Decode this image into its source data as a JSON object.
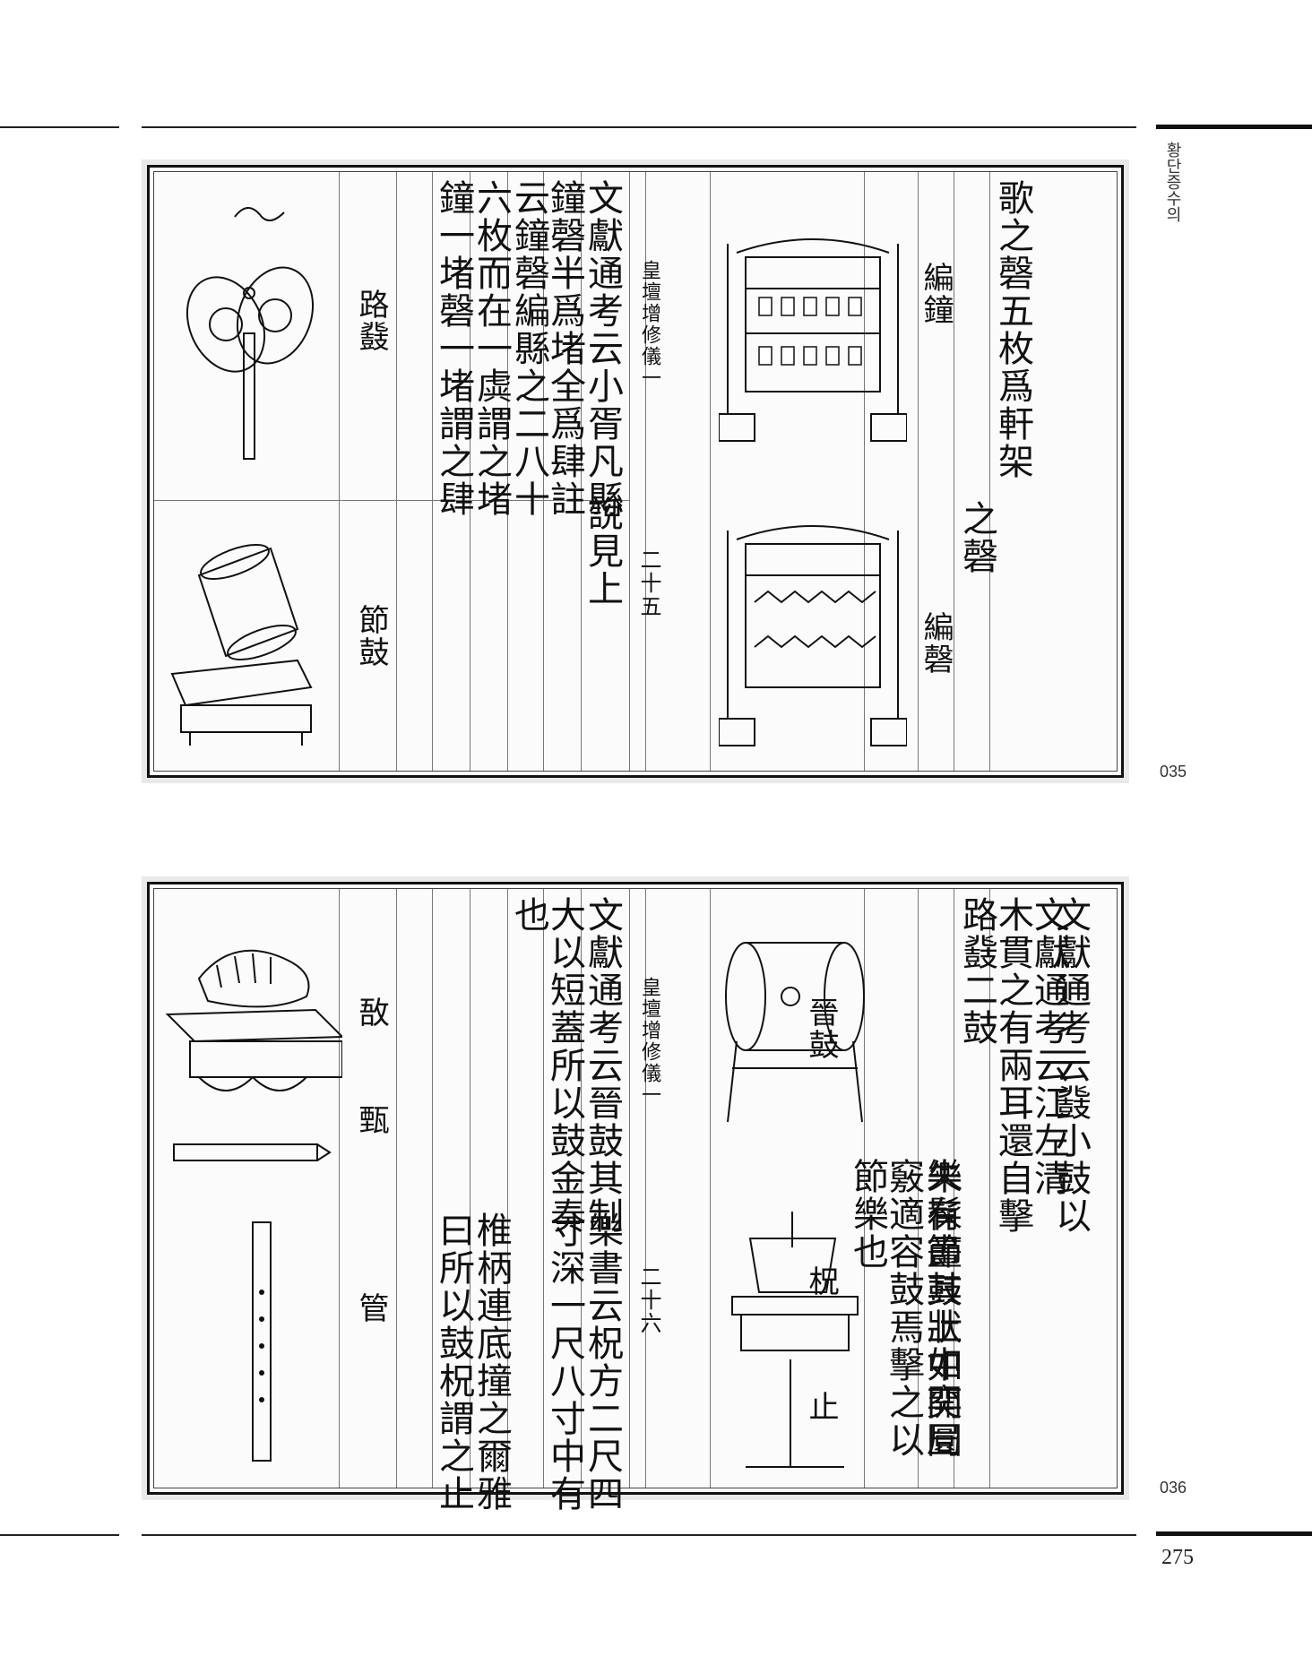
{
  "book_title": "황단증수의",
  "page_number": "275",
  "plate_top": {
    "figure_number": "035",
    "center_title": "皇壇增修儀一",
    "center_page": "二十五",
    "labels": {
      "bianzhong": "編鐘",
      "bianqing": "編磬",
      "lugu": "路鼗",
      "jiegu": "節鼓"
    },
    "right_text": [
      "歌之磬五枚爲軒架",
      "之磬"
    ],
    "left_text": [
      "文獻通考云小胥凡縣",
      "鐘磬半爲堵全爲肆註",
      "云鐘磬編縣之二八十",
      "六枚而在一虡謂之堵",
      "鐘一堵磬一堵謂之肆"
    ],
    "note": "說見上"
  },
  "plate_bottom": {
    "figure_number": "036",
    "center_title": "皇壇增修儀一",
    "center_page": "二十六",
    "labels": {
      "jingu": "晉鼓",
      "zhu": "柷",
      "zhi": "止",
      "yu": "敔",
      "zhen": "甄",
      "guan": "管"
    },
    "right_text": [
      "文獻通考云鼗小鼓以",
      "木貫之有兩耳還自擊",
      "路鼗二鼓"
    ],
    "right_text2": [
      "文獻通考云江左清",
      "樂有節鼓狀如奕局",
      "朱髹畫其上中開圓",
      "竅適容鼓焉擊之以",
      "節樂也"
    ],
    "left_text": [
      "文獻通考云晉鼓其制",
      "大以短蓋所以鼓金奏",
      "也"
    ],
    "left_text2": [
      "樂書云柷方二尺四",
      "寸深一尺八寸中有",
      "椎柄連底撞之爾雅",
      "曰所以鼓柷謂之止"
    ]
  },
  "colors": {
    "ink": "#111111",
    "paper": "#fbfbfb",
    "plate_bg": "#e9e9e9"
  }
}
